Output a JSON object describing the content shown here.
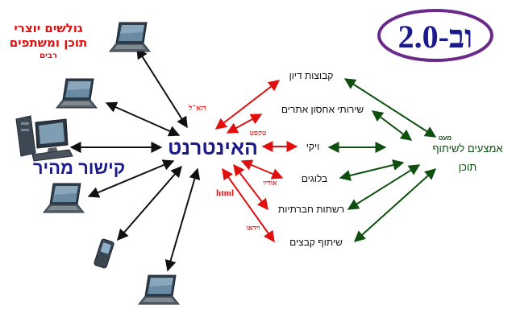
{
  "badge": {
    "text": "וב-2.0"
  },
  "creators": {
    "line1": "גולשים יוצרי",
    "line2": "תוכן ומשתפים",
    "line3": "רבים"
  },
  "hub": {
    "label": "האינטרנט"
  },
  "left_label": "קישור מהיר",
  "services": [
    "קבוצות דיון",
    "שירותי אחסון אתרים",
    "ויקי",
    "בלוגים",
    "רשתות חברתיות",
    "שיתוף קבצים"
  ],
  "content_types": [
    "דוא\"ל",
    "טקסט",
    "אודיו",
    "html",
    "וידאו"
  ],
  "right_group": {
    "line1": "אמצעים לשיתוף",
    "line2": "תוכן",
    "tag": "מעט"
  },
  "colors": {
    "red": "#e01010",
    "navy": "#1a1a8c",
    "green": "#0f4f0f",
    "purple": "#6a2a8a",
    "black": "#111111"
  }
}
